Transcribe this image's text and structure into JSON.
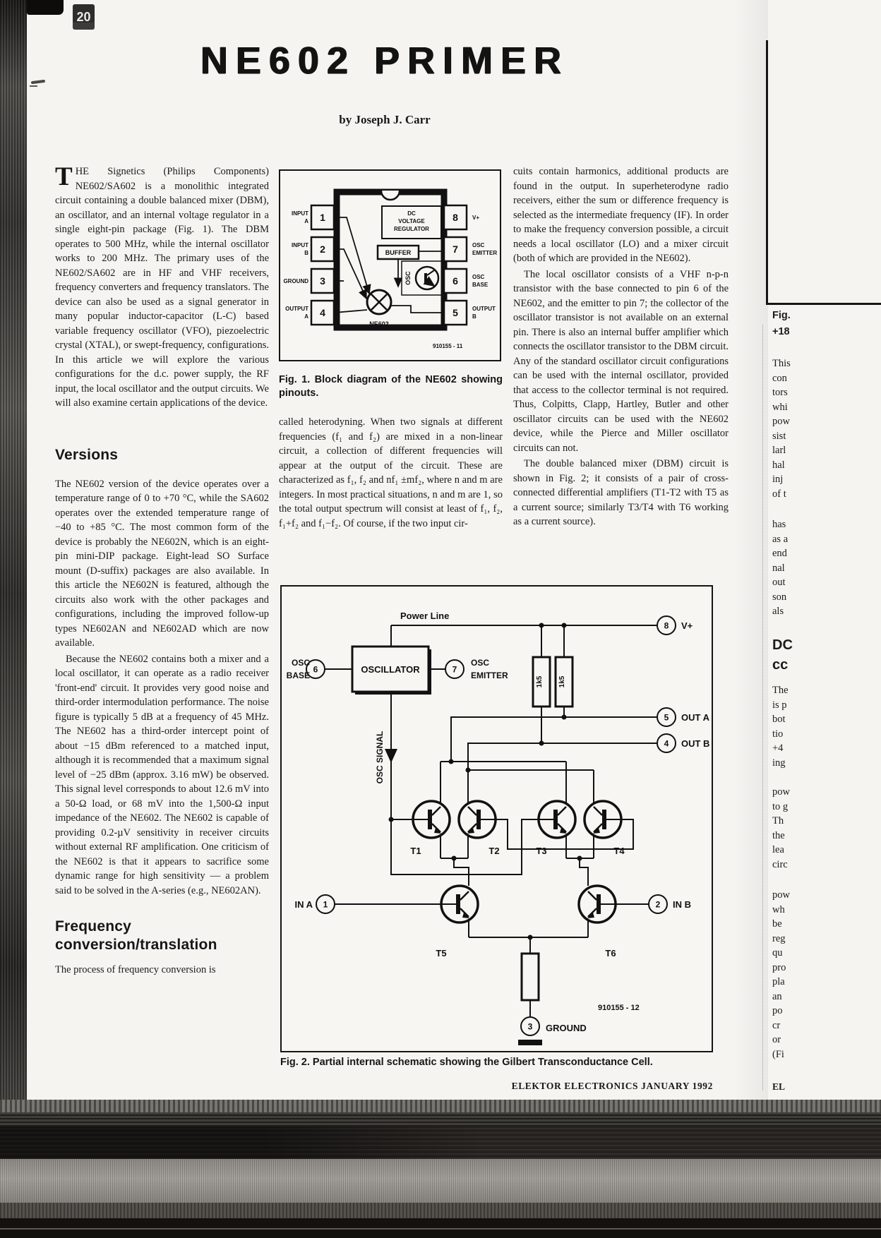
{
  "page": {
    "badge": "20",
    "title": "NE602 PRIMER",
    "byline": "by Joseph J. Carr",
    "footer": "ELEKTOR ELECTRONICS JANUARY 1992"
  },
  "article": {
    "drop_cap": "T",
    "intro": "HE Signetics (Philips Components) NE602/SA602 is a monolithic integrated circuit containing a double balanced mixer (DBM), an oscillator, and an internal voltage regulator in a single eight-pin package (Fig. 1). The DBM operates to 500 MHz, while the internal oscillator works to 200 MHz. The primary uses of the NE602/SA602 are in HF and VHF receivers, frequency converters and frequency translators. The device can also be used as a signal generator in many popular inductor-capacitor (L-C) based variable frequency oscillator (VFO), piezoelectric crystal (XTAL), or swept-frequency, configurations. In this article we will explore the various configurations for the d.c. power supply, the RF input, the local oscillator and the output circuits. We will also examine certain applications of the device.",
    "versions_heading": "Versions",
    "versions_p1": "The NE602 version of the device operates over a temperature range of 0 to +70 °C, while the SA602 operates over the extended temperature range of −40 to +85 °C. The most common form of the device is probably the NE602N, which is an eight-pin mini-DIP package. Eight-lead SO Surface mount (D-suffix) packages are also available. In this article the NE602N is featured, although the circuits also work with the other packages and configurations, including the improved follow-up types NE602AN and NE602AD which are now available.",
    "versions_p2": "Because the NE602 contains both a mixer and a local oscillator, it can operate as a radio receiver 'front-end' circuit. It provides very good noise and third-order intermodulation performance. The noise figure is typically 5 dB at a frequency of 45 MHz. The NE602 has a third-order intercept point of about −15 dBm referenced to a matched input, although it is recommended that a maximum signal level of −25 dBm (approx. 3.16 mW) be observed. This signal level corresponds to about 12.6 mV into a 50-Ω load, or 68 mV into the 1,500-Ω input impedance of the NE602. The NE602 is capable of providing 0.2-µV sensitivity in receiver circuits without external RF amplification. One criticism of the NE602 is that it appears to sacrifice some dynamic range for high sensitivity — a problem said to be solved in the A-series (e.g., NE602AN).",
    "freq_heading": "Frequency conversion/translation",
    "freq_p": "The process of frequency conversion is",
    "col2_p": "called heterodyning. When two signals at different frequencies (f₁ and f₂) are mixed in a non-linear circuit, a collection of different frequencies will appear at the output of the circuit. These are characterized as f₁, f₂ and nf₁ ±mf₂, where n and m are integers. In most practical situations, n and m are 1, so the total output spectrum will consist at least of f₁, f₂, f₁+f₂ and f₁−f₂. Of course, if the two input cir-",
    "col3_p1": "cuits contain harmonics, additional products are found in the output. In superheterodyne radio receivers, either the sum or difference frequency is selected as the intermediate frequency (IF). In order to make the frequency conversion possible, a circuit needs a local oscillator (LO) and a mixer circuit (both of which are provided in the NE602).",
    "col3_p2": "The local oscillator consists of a VHF n-p-n transistor with the base connected to pin 6 of the NE602, and the emitter to pin 7; the collector of the oscillator transistor is not available on an external pin. There is also an internal buffer amplifier which connects the oscillator transistor to the DBM circuit. Any of the standard oscillator circuit configurations can be used with the internal oscillator, provided that access to the collector terminal is not required. Thus, Colpitts, Clapp, Hartley, Butler and other oscillator circuits can be used with the NE602 device, while the Pierce and Miller oscillator circuits can not.",
    "col3_p3": "The double balanced mixer (DBM) circuit is shown in Fig. 2; it consists of a pair of cross-connected differential amplifiers (T1-T2 with T5 as a current source; similarly T3/T4 with T6 working as a current source)."
  },
  "fig1": {
    "caption": "Fig. 1.  Block diagram of the NE602 showing pinouts.",
    "ref": "910155 - 11",
    "chip": "NE602",
    "reg_lines": [
      "DC",
      "VOLTAGE",
      "REGULATOR"
    ],
    "buffer": "BUFFER",
    "osc": "OSC",
    "left_pins": [
      {
        "num": "1",
        "l1": "INPUT",
        "l2": "A"
      },
      {
        "num": "2",
        "l1": "INPUT",
        "l2": "B"
      },
      {
        "num": "3",
        "l1": "GROUND",
        "l2": ""
      },
      {
        "num": "4",
        "l1": "OUTPUT",
        "l2": "A"
      }
    ],
    "right_pins": [
      {
        "num": "8",
        "l1": "V+",
        "l2": ""
      },
      {
        "num": "7",
        "l1": "OSC",
        "l2": "EMITTER"
      },
      {
        "num": "6",
        "l1": "OSC",
        "l2": "BASE"
      },
      {
        "num": "5",
        "l1": "OUTPUT",
        "l2": "B"
      }
    ]
  },
  "fig2": {
    "caption": "Fig. 2.  Partial internal schematic showing the Gilbert Transconductance Cell.",
    "ref": "910155 - 12",
    "power_line": "Power Line",
    "oscillator": "OSCILLATOR",
    "osc_base_l1": "OSC",
    "osc_base_l2": "BASE",
    "osc_emitter_l1": "OSC",
    "osc_emitter_l2": "EMITTER",
    "osc_signal": "OSC  SIGNAL",
    "r1": "1k5",
    "r2": "1k5",
    "v_plus": "V+",
    "out_a": "OUT A",
    "out_b": "OUT B",
    "in_a": "IN A",
    "in_b": "IN B",
    "ground": "GROUND",
    "pins": {
      "p1": "1",
      "p2": "2",
      "p3": "3",
      "p4": "4",
      "p5": "5",
      "p6": "6",
      "p7": "7",
      "p8": "8"
    },
    "t": [
      "T1",
      "T2",
      "T3",
      "T4",
      "T5",
      "T6"
    ]
  },
  "next_page": {
    "fig_frags": [
      "Fig.",
      "+18"
    ],
    "frag_group1": [
      "This",
      "con",
      "tors",
      "whi",
      "pow",
      "sist",
      "larl",
      "hal",
      "inj",
      "of t"
    ],
    "frag_group2": [
      "has",
      "as a",
      "end",
      "nal",
      "out",
      "son",
      "als"
    ],
    "heading_frags": [
      "DC",
      "cc"
    ],
    "frag_group3": [
      "The",
      "is p",
      "bot",
      "tio",
      "+4",
      "ing"
    ],
    "frag_group4": [
      "pow",
      "to g",
      "Th",
      "the",
      "lea",
      "circ"
    ],
    "frag_group5": [
      "pow",
      "wh",
      "be",
      "reg",
      "qu",
      "pro",
      "pla",
      "an",
      "po",
      "cr",
      "or",
      "(Fi"
    ],
    "footer_frag": "EL"
  }
}
